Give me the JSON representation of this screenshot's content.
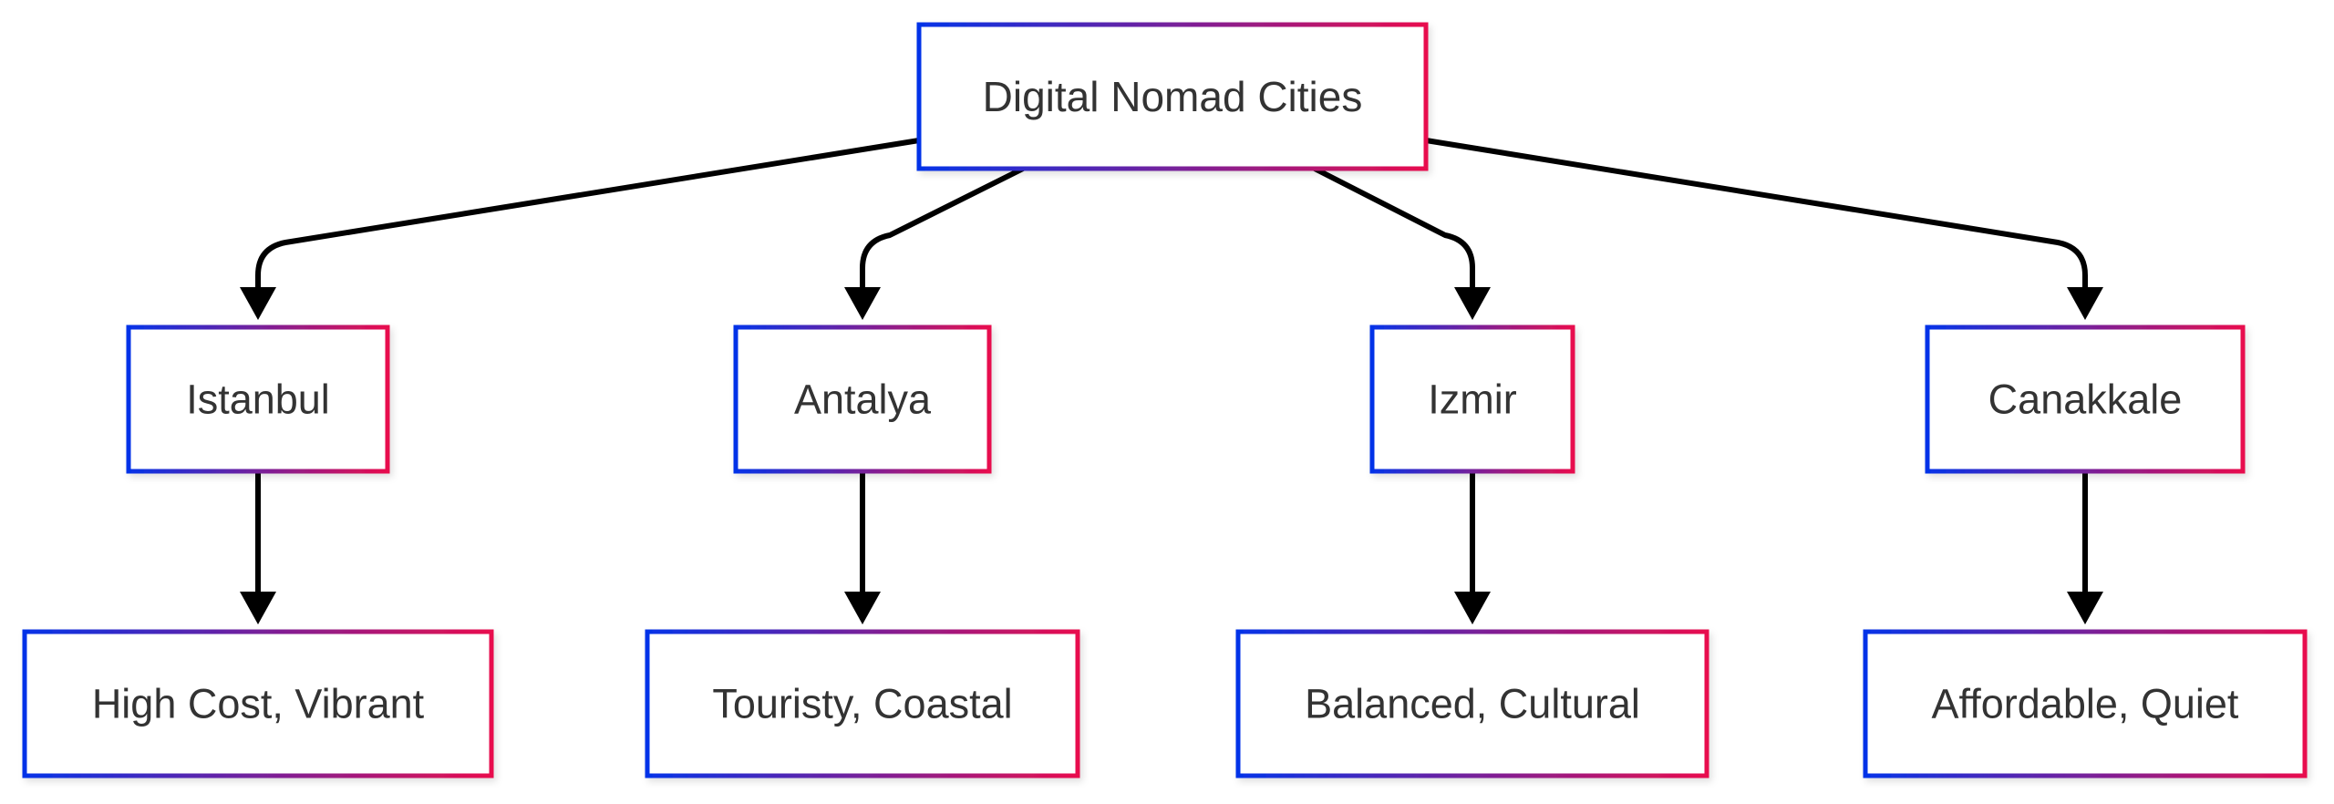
{
  "diagram": {
    "type": "tree",
    "border_gradient": [
      "#0433e8",
      "#e80e4e"
    ],
    "root": {
      "id": "root",
      "label": "Digital Nomad Cities"
    },
    "cities": [
      {
        "id": "istanbul",
        "label": "Istanbul",
        "trait": {
          "id": "istanbul-trait",
          "label": "High Cost, Vibrant"
        }
      },
      {
        "id": "antalya",
        "label": "Antalya",
        "trait": {
          "id": "antalya-trait",
          "label": "Touristy, Coastal"
        }
      },
      {
        "id": "izmir",
        "label": "Izmir",
        "trait": {
          "id": "izmir-trait",
          "label": "Balanced, Cultural"
        }
      },
      {
        "id": "canakkale",
        "label": "Canakkale",
        "trait": {
          "id": "canakkale-trait",
          "label": "Affordable, Quiet"
        }
      }
    ],
    "edges": [
      {
        "from": "root",
        "to": "istanbul"
      },
      {
        "from": "root",
        "to": "antalya"
      },
      {
        "from": "root",
        "to": "izmir"
      },
      {
        "from": "root",
        "to": "canakkale"
      },
      {
        "from": "istanbul",
        "to": "istanbul-trait"
      },
      {
        "from": "antalya",
        "to": "antalya-trait"
      },
      {
        "from": "izmir",
        "to": "izmir-trait"
      },
      {
        "from": "canakkale",
        "to": "canakkale-trait"
      }
    ]
  }
}
